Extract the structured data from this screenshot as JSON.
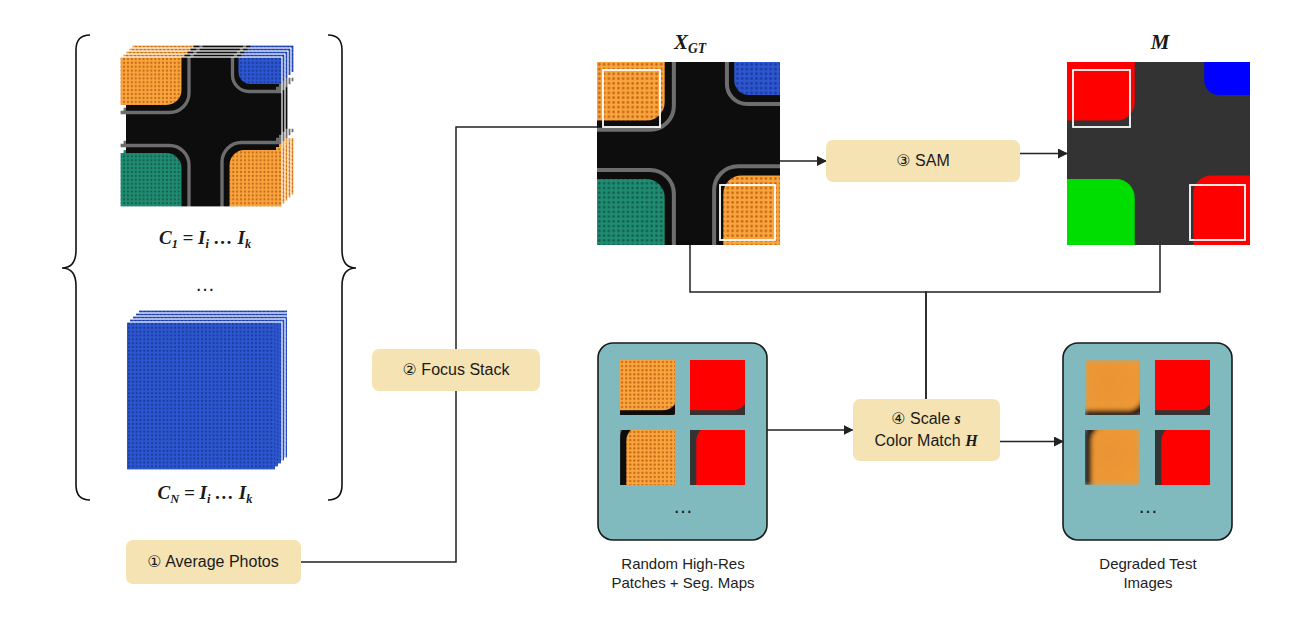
{
  "diagram": {
    "nodes": [
      {
        "text": [
          "C1 = Ii … Ik"
        ]
      },
      {
        "text": [
          "CN = Ii … Ik"
        ]
      },
      {
        "text": [
          "① Average Photos"
        ]
      },
      {
        "text": [
          "② Focus Stack"
        ]
      },
      {
        "text": [
          "XGT"
        ]
      },
      {
        "text": [
          "③ SAM"
        ]
      },
      {
        "text": [
          "M"
        ]
      },
      {
        "text": [
          "…",
          "Random High-Res Patches + Seg. Maps"
        ]
      },
      {
        "text": [
          "④ Scale s Color Match H"
        ]
      },
      {
        "text": [
          "…",
          "Degraded Test Images"
        ]
      }
    ],
    "edges": [
      {
        "from": 2,
        "to": 3,
        "arrow": "none"
      },
      {
        "from": 3,
        "to": 4,
        "arrow": "none"
      },
      {
        "from": 4,
        "to": 5,
        "arrow": "to"
      },
      {
        "from": 5,
        "to": 6,
        "arrow": "to"
      },
      {
        "from": 4,
        "to": 8,
        "arrow": "none"
      },
      {
        "from": 6,
        "to": 8,
        "arrow": "none"
      },
      {
        "from": 7,
        "to": 8,
        "arrow": "to"
      },
      {
        "from": 8,
        "to": 9,
        "arrow": "to"
      }
    ],
    "labels": [
      "…"
    ]
  }
}
